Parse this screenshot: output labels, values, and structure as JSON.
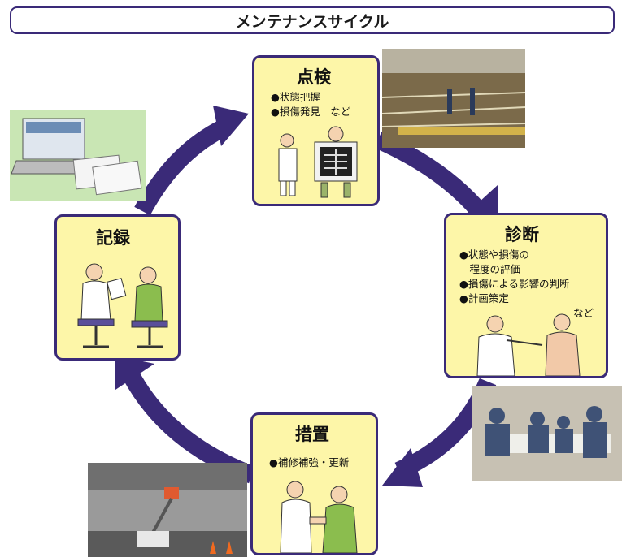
{
  "title": "メンテナンスサイクル",
  "stages": {
    "inspection": {
      "label": "点検",
      "bullets": [
        "●状態把握",
        "●損傷発見　など"
      ]
    },
    "diagnosis": {
      "label": "診断",
      "bullets": [
        "●状態や損傷の",
        "　程度の評価",
        "●損傷による影響の判断",
        "●計画策定"
      ],
      "suffix": "など"
    },
    "measures": {
      "label": "措置",
      "bullets": [
        "●補修補強・更新"
      ]
    },
    "record": {
      "label": "記録"
    }
  },
  "colors": {
    "arrow": "#3a2a78",
    "card": "#fdf6a8",
    "border": "#3a2a78"
  }
}
